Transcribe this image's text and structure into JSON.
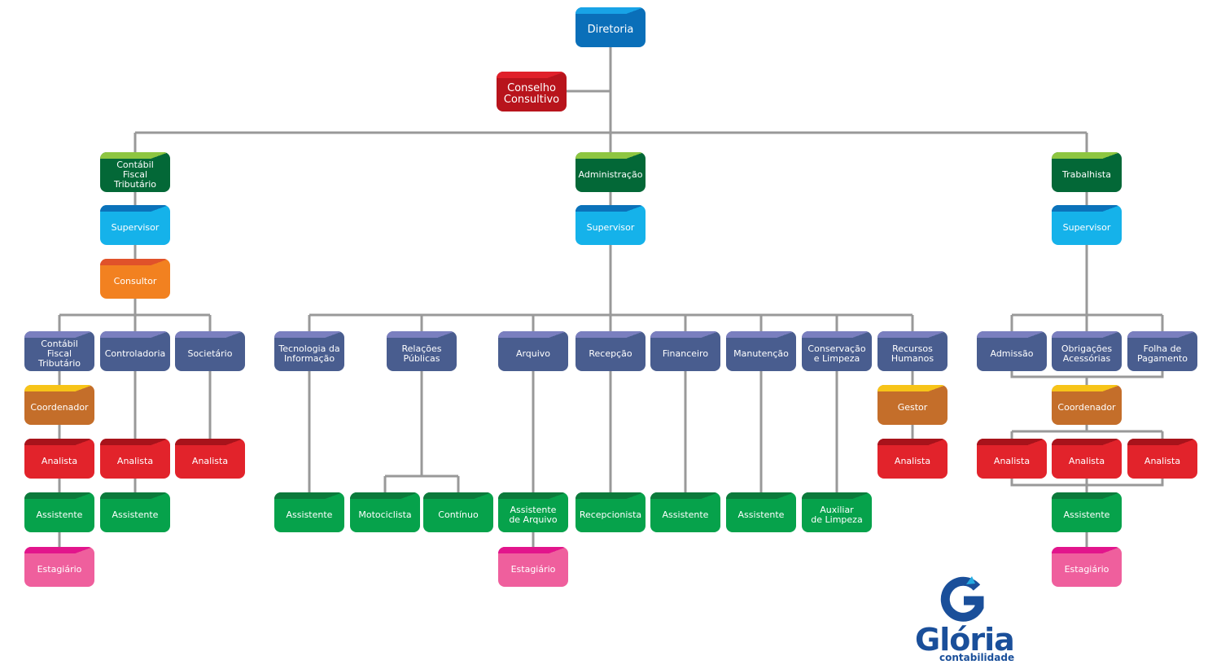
{
  "colors": {
    "connector": "#999999",
    "blue_dark": "#0a6fb9",
    "blue_light": "#15b2ea",
    "crimson": "#b8141c",
    "dept_green": "#036837",
    "slate": "#495d8f",
    "orange": "#f28120",
    "bronze": "#c46e2a",
    "red": "#e2232b",
    "green": "#06a24b",
    "pink": "#ef5f9d",
    "logo_blue": "#1a4f9a",
    "logo_accent": "#24aae1"
  },
  "nodes": [
    {
      "id": "diretoria",
      "label": "Diretoria",
      "style": "blue_dark",
      "tab": "#18a3e6",
      "big": true
    },
    {
      "id": "conselho",
      "label": "Conselho\nConsultivo",
      "style": "crimson",
      "tab": "#e0202a",
      "big": true
    },
    {
      "id": "contabil_dept",
      "label": "Contábil\nFiscal\nTributário",
      "style": "dept_green",
      "tab": "#8ec641"
    },
    {
      "id": "administracao",
      "label": "Administração",
      "style": "dept_green",
      "tab": "#8ec641"
    },
    {
      "id": "trabalhista",
      "label": "Trabalhista",
      "style": "dept_green",
      "tab": "#8ec641"
    },
    {
      "id": "sup_contabil",
      "label": "Supervisor",
      "style": "blue_light",
      "tab": "#0b72ba"
    },
    {
      "id": "sup_admin",
      "label": "Supervisor",
      "style": "blue_light",
      "tab": "#0b72ba"
    },
    {
      "id": "sup_trab",
      "label": "Supervisor",
      "style": "blue_light",
      "tab": "#0b72ba"
    },
    {
      "id": "consultor",
      "label": "Consultor",
      "style": "orange",
      "tab": "#e0522a"
    },
    {
      "id": "contabil_sub",
      "label": "Contábil\nFiscal\nTributário",
      "style": "slate",
      "tab": "#7a7fbf"
    },
    {
      "id": "controladoria",
      "label": "Controladoria",
      "style": "slate",
      "tab": "#7a7fbf"
    },
    {
      "id": "societario",
      "label": "Societário",
      "style": "slate",
      "tab": "#7a7fbf"
    },
    {
      "id": "coord_contabil",
      "label": "Coordenador",
      "style": "bronze",
      "tab": "#f7c418"
    },
    {
      "id": "an_contabil",
      "label": "Analista",
      "style": "red",
      "tab": "#a8131b"
    },
    {
      "id": "an_control",
      "label": "Analista",
      "style": "red",
      "tab": "#a8131b"
    },
    {
      "id": "an_societ",
      "label": "Analista",
      "style": "red",
      "tab": "#a8131b"
    },
    {
      "id": "as_contabil",
      "label": "Assistente",
      "style": "green",
      "tab": "#0c7a3b"
    },
    {
      "id": "as_control",
      "label": "Assistente",
      "style": "green",
      "tab": "#0c7a3b"
    },
    {
      "id": "est_contabil",
      "label": "Estagiário",
      "style": "pink",
      "tab": "#e2158c"
    },
    {
      "id": "ti",
      "label": "Tecnologia da\nInformação",
      "style": "slate",
      "tab": "#7a7fbf"
    },
    {
      "id": "rp",
      "label": "Relações\nPúblicas",
      "style": "slate",
      "tab": "#7a7fbf"
    },
    {
      "id": "arquivo",
      "label": "Arquivo",
      "style": "slate",
      "tab": "#7a7fbf"
    },
    {
      "id": "recepcao",
      "label": "Recepção",
      "style": "slate",
      "tab": "#7a7fbf"
    },
    {
      "id": "financeiro",
      "label": "Financeiro",
      "style": "slate",
      "tab": "#7a7fbf"
    },
    {
      "id": "manutencao",
      "label": "Manutenção",
      "style": "slate",
      "tab": "#7a7fbf"
    },
    {
      "id": "conservacao",
      "label": "Conservação\ne Limpeza",
      "style": "slate",
      "tab": "#7a7fbf"
    },
    {
      "id": "rh",
      "label": "Recursos\nHumanos",
      "style": "slate",
      "tab": "#7a7fbf"
    },
    {
      "id": "gestor",
      "label": "Gestor",
      "style": "bronze",
      "tab": "#f7c418"
    },
    {
      "id": "an_rh",
      "label": "Analista",
      "style": "red",
      "tab": "#a8131b"
    },
    {
      "id": "as_ti",
      "label": "Assistente",
      "style": "green",
      "tab": "#0c7a3b"
    },
    {
      "id": "motociclista",
      "label": "Motociclista",
      "style": "green",
      "tab": "#0c7a3b"
    },
    {
      "id": "continuo",
      "label": "Contínuo",
      "style": "green",
      "tab": "#0c7a3b"
    },
    {
      "id": "as_arquivo",
      "label": "Assistente\nde Arquivo",
      "style": "green",
      "tab": "#0c7a3b"
    },
    {
      "id": "recepcionista",
      "label": "Recepcionista",
      "style": "green",
      "tab": "#0c7a3b"
    },
    {
      "id": "as_fin",
      "label": "Assistente",
      "style": "green",
      "tab": "#0c7a3b"
    },
    {
      "id": "as_manut",
      "label": "Assistente",
      "style": "green",
      "tab": "#0c7a3b"
    },
    {
      "id": "aux_limpeza",
      "label": "Auxiliar\nde Limpeza",
      "style": "green",
      "tab": "#0c7a3b"
    },
    {
      "id": "est_arquivo",
      "label": "Estagiário",
      "style": "pink",
      "tab": "#e2158c"
    },
    {
      "id": "admissao",
      "label": "Admissão",
      "style": "slate",
      "tab": "#7a7fbf"
    },
    {
      "id": "obrigacoes",
      "label": "Obrigações\nAcessórias",
      "style": "slate",
      "tab": "#7a7fbf"
    },
    {
      "id": "folha",
      "label": "Folha de\nPagamento",
      "style": "slate",
      "tab": "#7a7fbf"
    },
    {
      "id": "coord_trab",
      "label": "Coordenador",
      "style": "bronze",
      "tab": "#f7c418"
    },
    {
      "id": "an_trab1",
      "label": "Analista",
      "style": "red",
      "tab": "#a8131b"
    },
    {
      "id": "an_trab2",
      "label": "Analista",
      "style": "red",
      "tab": "#a8131b"
    },
    {
      "id": "an_trab3",
      "label": "Analista",
      "style": "red",
      "tab": "#a8131b"
    },
    {
      "id": "as_trab",
      "label": "Assistente",
      "style": "green",
      "tab": "#0c7a3b"
    },
    {
      "id": "est_trab",
      "label": "Estagiário",
      "style": "pink",
      "tab": "#e2158c"
    }
  ],
  "logo": {
    "name": "Glória",
    "subtitle": "contabilidade"
  }
}
